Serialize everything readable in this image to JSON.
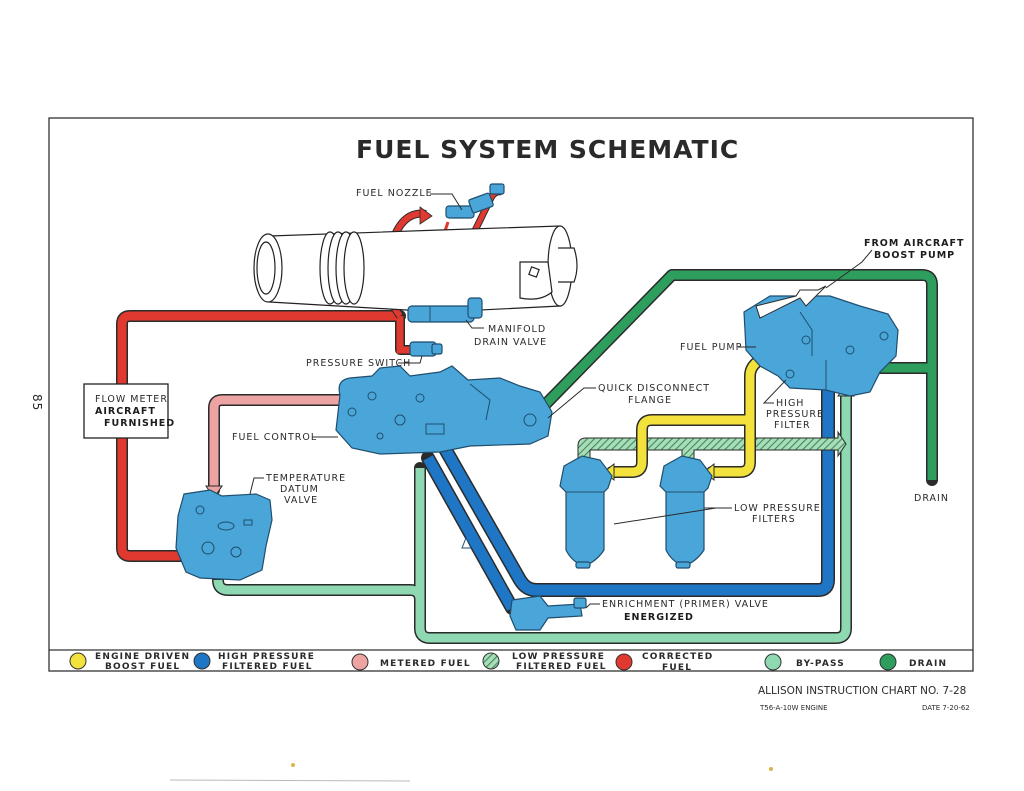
{
  "page_number": "85",
  "title": "FUEL SYSTEM SCHEMATIC",
  "colors": {
    "engine_driven_boost": "#f4e23c",
    "high_pressure_filtered": "#1f76c4",
    "metered": "#eea3a3",
    "low_pressure_filtered": "#6fb98a",
    "corrected": "#e0392f",
    "bypass": "#8ed9b1",
    "drain": "#2e9e5e",
    "component": "#4aa6d8"
  },
  "labels": {
    "fuel_nozzle": "FUEL NOZZLE",
    "manifold_drain_valve": [
      "MANIFOLD",
      "DRAIN VALVE"
    ],
    "pressure_switch": "PRESSURE SWITCH",
    "flow_meter": [
      "FLOW METER",
      "AIRCRAFT",
      "FURNISHED"
    ],
    "fuel_control": "FUEL CONTROL",
    "temperature_datum_valve": [
      "TEMPERATURE",
      "DATUM",
      "VALVE"
    ],
    "quick_disconnect_flange": [
      "QUICK DISCONNECT",
      "FLANGE"
    ],
    "fuel_pump": "FUEL PUMP",
    "high_pressure_filter": [
      "HIGH",
      "PRESSURE",
      "FILTER"
    ],
    "from_aircraft_boost_pump": [
      "FROM AIRCRAFT",
      "BOOST PUMP"
    ],
    "drain": "DRAIN",
    "low_pressure_filters": [
      "LOW PRESSURE",
      "FILTERS"
    ],
    "enrichment_valve": [
      "ENRICHMENT (PRIMER) VALVE",
      "ENERGIZED"
    ]
  },
  "legend": [
    {
      "label": [
        "ENGINE DRIVEN",
        "BOOST FUEL"
      ],
      "color": "#f4e23c",
      "pattern": "solid"
    },
    {
      "label": [
        "HIGH PRESSURE",
        "FILTERED FUEL"
      ],
      "color": "#1f76c4",
      "pattern": "solid"
    },
    {
      "label": [
        "METERED FUEL"
      ],
      "color": "#eea3a3",
      "pattern": "solid"
    },
    {
      "label": [
        "LOW PRESSURE",
        "FILTERED FUEL"
      ],
      "color": "#6fb98a",
      "pattern": "hatched"
    },
    {
      "label": [
        "CORRECTED",
        "FUEL"
      ],
      "color": "#e0392f",
      "pattern": "solid"
    },
    {
      "label": [
        "BY-PASS"
      ],
      "color": "#8ed9b1",
      "pattern": "solid"
    },
    {
      "label": [
        "DRAIN"
      ],
      "color": "#2e9e5e",
      "pattern": "solid"
    }
  ],
  "footer": {
    "chart_title": "ALLISON INSTRUCTION CHART NO. 7-28",
    "engine": "T56-A-10W ENGINE",
    "date": "DATE 7-20-62"
  }
}
